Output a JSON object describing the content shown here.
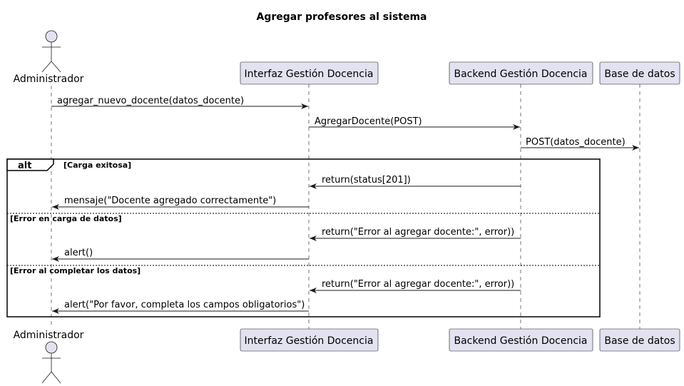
{
  "title": "Agregar profesores al sistema",
  "participants": [
    {
      "id": "admin",
      "label": "Administrador",
      "kind": "actor"
    },
    {
      "id": "ui",
      "label": "Interfaz Gestión Docencia",
      "kind": "participant"
    },
    {
      "id": "backend",
      "label": "Backend Gestión Docencia",
      "kind": "participant"
    },
    {
      "id": "db",
      "label": "Base de datos",
      "kind": "participant"
    }
  ],
  "messages": [
    {
      "from": "admin",
      "to": "ui",
      "label": "agregar_nuevo_docente(datos_docente)"
    },
    {
      "from": "ui",
      "to": "backend",
      "label": "AgregarDocente(POST)"
    },
    {
      "from": "backend",
      "to": "db",
      "label": "POST(datos_docente)"
    }
  ],
  "alt": {
    "keyword": "alt",
    "sections": [
      {
        "guard": "[Carga exitosa]",
        "messages": [
          {
            "from": "backend",
            "to": "ui",
            "label": "return(status[201])"
          },
          {
            "from": "ui",
            "to": "admin",
            "label": "mensaje(\"Docente agregado correctamente\")"
          }
        ]
      },
      {
        "guard": "[Error en carga de datos]",
        "messages": [
          {
            "from": "backend",
            "to": "ui",
            "label": "return(\"Error al agregar docente:\", error))"
          },
          {
            "from": "ui",
            "to": "admin",
            "label": "alert()"
          }
        ]
      },
      {
        "guard": "[Error al completar los datos]",
        "messages": [
          {
            "from": "backend",
            "to": "ui",
            "label": "return(\"Error al agregar docente:\", error))"
          },
          {
            "from": "ui",
            "to": "admin",
            "label": "alert(\"Por favor, completa los campos obligatorios\")"
          }
        ]
      }
    ]
  },
  "colors": {
    "participant_fill": "#E2E2F0",
    "border": "#181818",
    "background": "#FFFFFF"
  }
}
